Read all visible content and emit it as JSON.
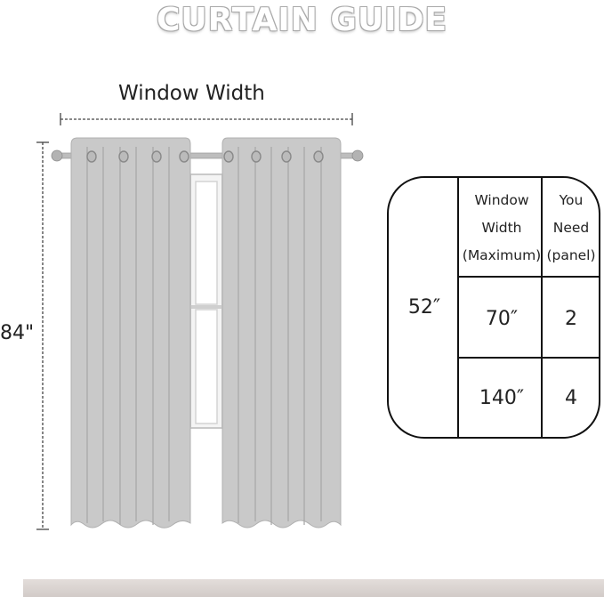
{
  "title": "CURTAIN GUIDE",
  "dimensions": {
    "width_label": "Window Width",
    "height_label": "84\""
  },
  "size_table": {
    "panel_width": "52″",
    "headers": {
      "window_width": [
        "Window",
        "Width",
        "(Maximum)"
      ],
      "you_need": [
        "You",
        "Need",
        "(panel)"
      ]
    },
    "rows": [
      {
        "window_width": "70″",
        "panels": "2"
      },
      {
        "window_width": "140″",
        "panels": "4"
      }
    ]
  },
  "colors": {
    "curtain": "#c8c8c8",
    "curtain_fold": "#a8a8a8",
    "rod": "#b9b9b9",
    "floor": "#d8d1ce"
  }
}
